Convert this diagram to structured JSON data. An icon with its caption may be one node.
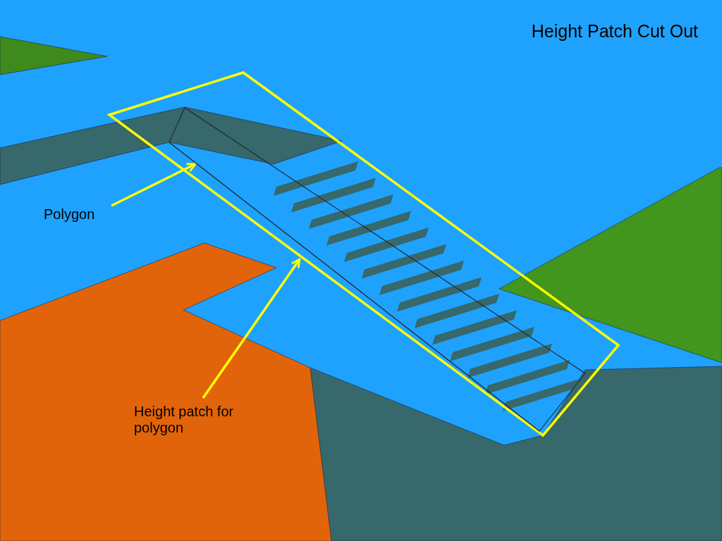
{
  "diagram": {
    "title": "Height Patch Cut Out",
    "nodes": [
      {
        "text": [
          "Polygon"
        ]
      },
      {
        "text": [],
        "shape": "box",
        "in": 3
      },
      {
        "text": [
          "Height patch for polygon"
        ]
      },
      {
        "text": [],
        "shape": "box"
      }
    ],
    "edges": [
      {
        "from": 0,
        "to": 1,
        "arrow": "to"
      },
      {
        "from": 2,
        "to": 3,
        "arrow": "to"
      }
    ]
  }
}
